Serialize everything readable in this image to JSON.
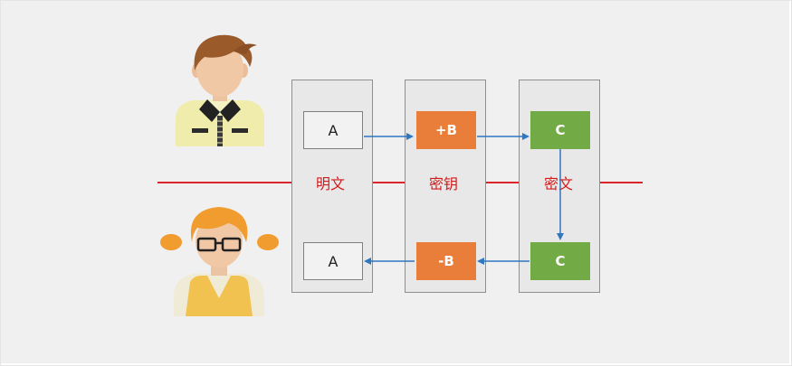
{
  "colors": {
    "background": "#f0f0f0",
    "panel_fill": "#e8e8e8",
    "panel_border": "#8f8f8f",
    "divider_line": "#d9252b",
    "label_text": "#d21a1a",
    "key_box": "#e87e3a",
    "cipher_box": "#72ab45",
    "plain_box": "#f2f2f2",
    "arrow": "#2f77c1"
  },
  "people": {
    "sender": {
      "icon": "male-user-icon"
    },
    "receiver": {
      "icon": "female-user-icon"
    }
  },
  "panels": {
    "plaintext": {
      "label": "明文",
      "top_box": "A",
      "bottom_box": "A"
    },
    "key": {
      "label": "密钥",
      "top_box": "+B",
      "bottom_box": "-B"
    },
    "ciphertext": {
      "label": "密文",
      "top_box": "C",
      "bottom_box": "C"
    }
  }
}
